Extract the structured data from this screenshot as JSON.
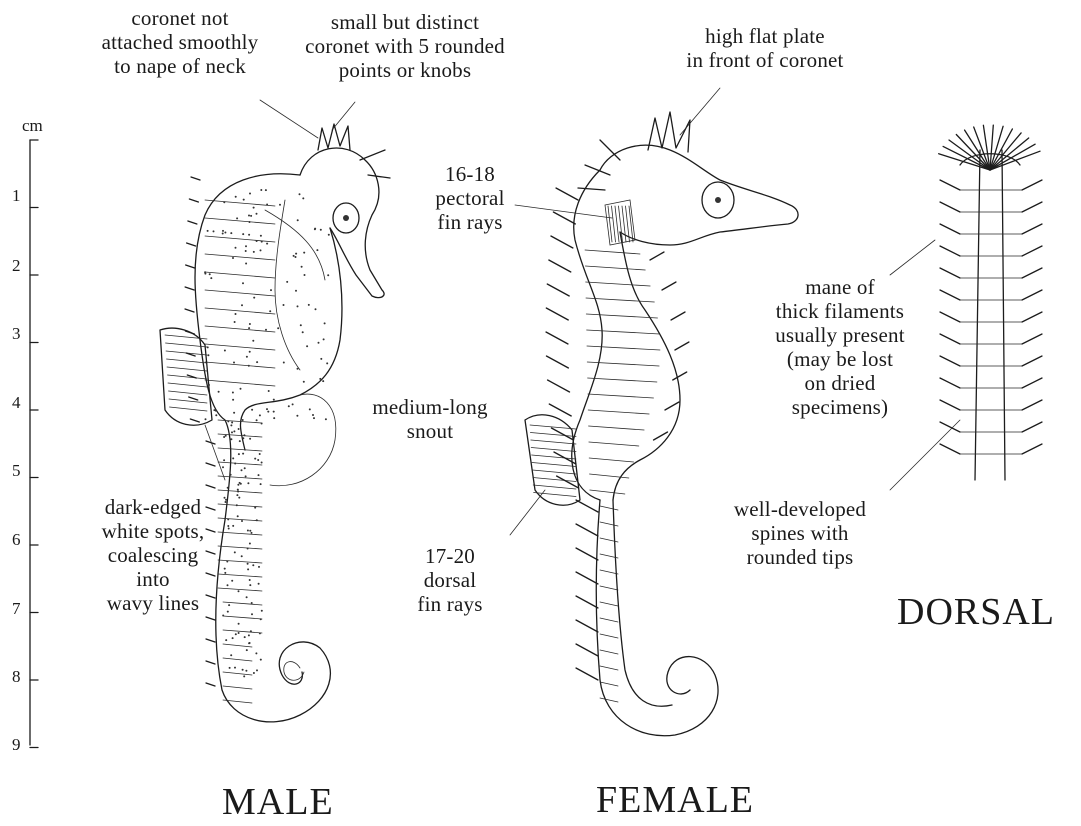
{
  "scale": {
    "unit": "cm",
    "ticks": [
      "1",
      "2",
      "3",
      "4",
      "5",
      "6",
      "7",
      "8",
      "9"
    ]
  },
  "labels": {
    "coronet_not_attached": "coronet not\nattached smoothly\nto nape of neck",
    "small_coronet": "small but distinct\ncoronet with 5 rounded\npoints or knobs",
    "high_flat_plate": "high flat plate\nin front of coronet",
    "pectoral_rays": "16-18\npectoral\nfin rays",
    "medium_snout": "medium-long\nsnout",
    "dark_spots": "dark-edged\nwhite spots,\ncoalescing\ninto\nwavy lines",
    "dorsal_rays": "17-20\ndorsal\nfin rays",
    "mane": "mane of\nthick filaments\nusually present\n(may be lost\non dried\nspecimens)",
    "spines": "well-developed\nspines with\nrounded tips"
  },
  "captions": {
    "male": "MALE",
    "female": "FEMALE",
    "dorsal": "DORSAL"
  }
}
